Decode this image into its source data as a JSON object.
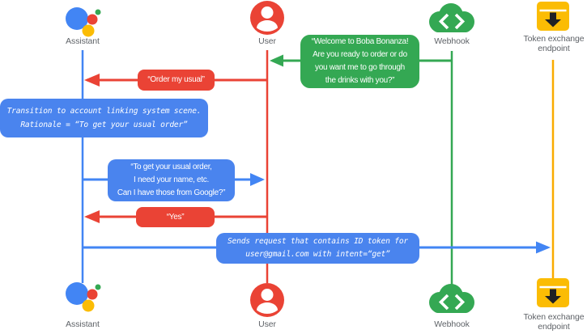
{
  "actors": {
    "assistant": {
      "label": "Assistant"
    },
    "user": {
      "label": "User"
    },
    "webhook": {
      "label": "Webhook"
    },
    "token_endpoint": {
      "label": "Token exchange\nendpoint"
    }
  },
  "messages": {
    "welcome": "“Welcome to Boba Bonanza!\nAre you ready to order or do\nyou want me to go through\nthe drinks with you?”",
    "order_usual": "“Order my usual”",
    "transition_note": "Transition to account linking system scene.\nRationale = “To get your usual order”",
    "ask_info": "“To get your usual order,\nI need your name, etc.\nCan I have those from Google?”",
    "yes": "“Yes”",
    "sends_request": "Sends request that contains ID token for\nuser@gmail.com with intent=“get”"
  },
  "icons": {
    "assistant": "google-assistant-logo-icon",
    "user": "person-circle-icon",
    "webhook": "cloud-code-icon",
    "token_endpoint": "download-inbox-icon"
  },
  "colors": {
    "blue": "#4285F4",
    "box_blue": "#4A84EE",
    "red": "#EA4335",
    "green": "#34A853",
    "yellow": "#F9AB00",
    "icon_yellow": "#FBBC04",
    "label_gray": "#5F6368"
  }
}
